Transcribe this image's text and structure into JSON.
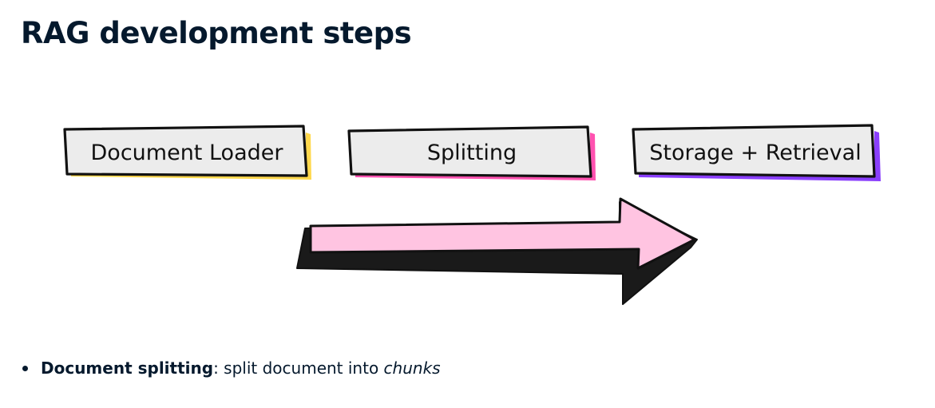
{
  "title": "RAG development steps",
  "steps": [
    {
      "label": "Document Loader",
      "accent_color": "#ffd84d"
    },
    {
      "label": "Splitting",
      "accent_color": "#ff52b0"
    },
    {
      "label": "Storage + Retrieval",
      "accent_color": "#8a3ffc"
    }
  ],
  "arrow": {
    "fill_color": "#ffc4e1",
    "shadow_color": "#1a1a1a"
  },
  "bullet": {
    "term": "Document splitting",
    "colon": ":",
    "text": " split document into ",
    "emphasis": "chunks"
  }
}
